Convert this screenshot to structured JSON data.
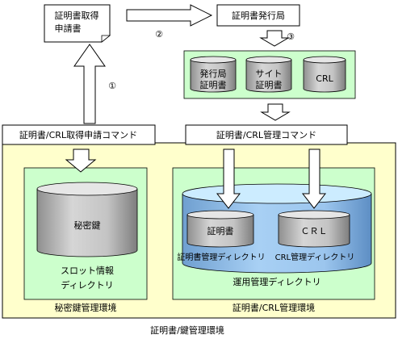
{
  "title_label": "証明書/鍵管理環境",
  "request_doc": [
    "証明書取得",
    "申請書"
  ],
  "ca": "証明書発行局",
  "steps": {
    "s1": "①",
    "s2": "②",
    "s3": "③"
  },
  "ca_dbs": {
    "issuer": [
      "発行局",
      "証明書"
    ],
    "site": [
      "サイト",
      "証明書"
    ],
    "crl": "CRL"
  },
  "cmd_request": "証明書/CRL取得申請コマンド",
  "cmd_manage": "証明書/CRL管理コマンド",
  "secret_db": "秘密鍵",
  "slot_dir": [
    "スロット情報",
    "ディレクトリ"
  ],
  "secret_env": "秘密鍵管理環境",
  "cert_db": "証明書",
  "cert_dir": "証明書管理ディレクトリ",
  "crl_db": "ＣＲＬ",
  "crl_dir": "CRL管理ディレクトリ",
  "ops_dir": "運用管理ディレクトリ",
  "cert_env": "証明書/CRL管理環境",
  "colors": {
    "outer_env": "#ffffcc",
    "inner_env": "#ccffcc",
    "ops_cylinder": "#99ccff",
    "ops_top": "#ccecff",
    "db_gray": "#c0c0c0",
    "db_top": "#e6e6e6"
  }
}
